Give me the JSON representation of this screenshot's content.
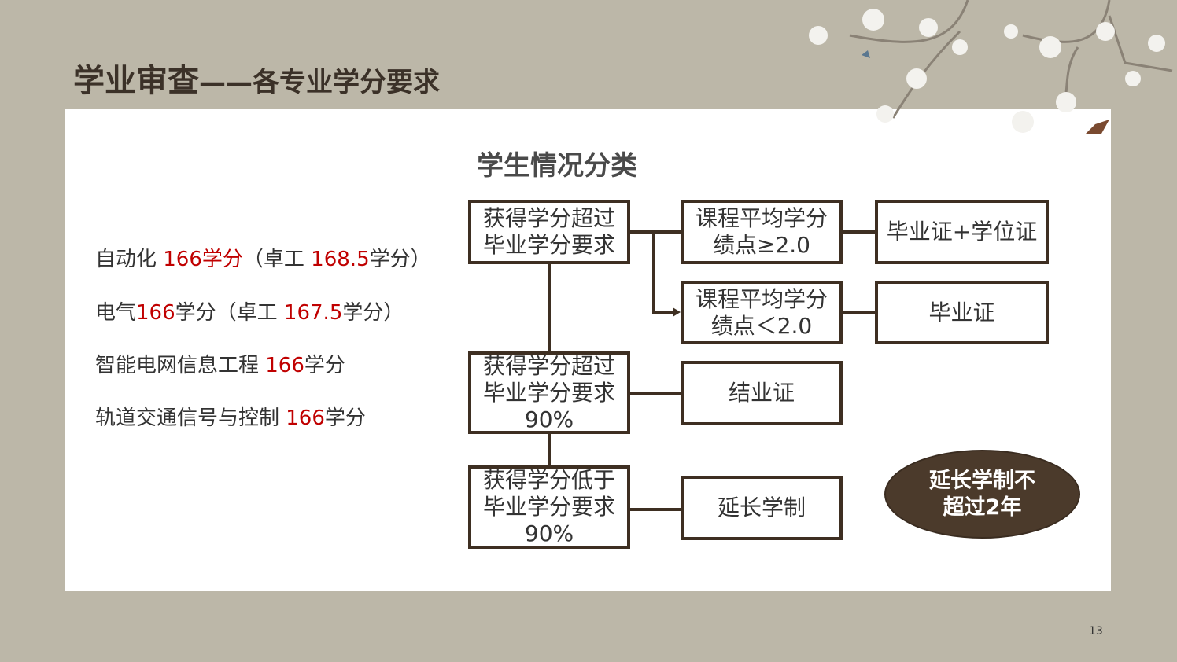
{
  "title": {
    "main": "学业审查",
    "sub": "——各专业学分要求"
  },
  "heading": "学生情况分类",
  "requirements": [
    {
      "major": "自动化 ",
      "credits": "166学分",
      "note_pre": "（卓工 ",
      "note_credits": "168.5",
      "note_post": "学分）"
    },
    {
      "major": "电气",
      "credits": "166",
      "rest": "学分（卓工 ",
      "note_credits": "167.5",
      "note_post": "学分）"
    },
    {
      "major": "智能电网信息工程 ",
      "credits": "166",
      "rest": "学分"
    },
    {
      "major": "轨道交通信号与控制 ",
      "credits": "166",
      "rest": "学分"
    }
  ],
  "flow": {
    "b1": [
      "获得学分超过",
      "毕业学分要求"
    ],
    "b2": [
      "获得学分超过",
      "毕业学分要求",
      "90%"
    ],
    "b3": [
      "获得学分低于",
      "毕业学分要求",
      "90%"
    ],
    "r1": [
      "课程平均学分",
      "绩点≥2.0"
    ],
    "r2": [
      "课程平均学分",
      "绩点＜2.0"
    ],
    "r3": "结业证",
    "r4": "延长学制",
    "f1": "毕业证+学位证",
    "f2": "毕业证",
    "ellipse": [
      "延长学制不",
      "超过2年"
    ]
  },
  "page_number": "13",
  "colors": {
    "background": "#bcb7a8",
    "border": "#3e2f22",
    "accent_red": "#c00000"
  }
}
